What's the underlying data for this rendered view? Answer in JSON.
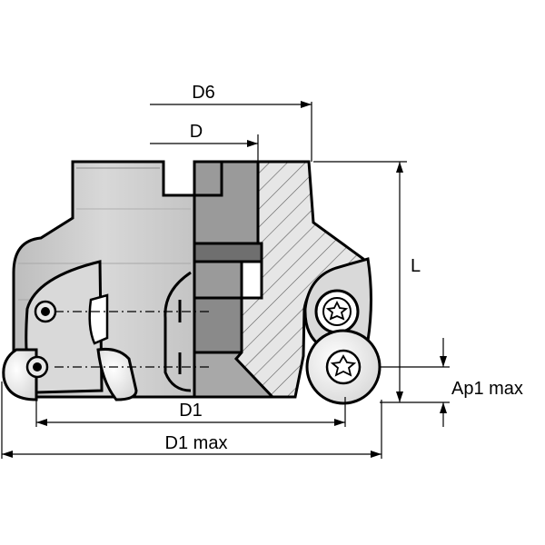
{
  "drawing": {
    "labels": {
      "d6": "D6",
      "d": "D",
      "l": "L",
      "ap1_max": "Ap1 max",
      "d1": "D1",
      "d1_max": "D1 max"
    },
    "colors": {
      "body_fill": "#cfcfcf",
      "body_dark": "#9a9a9a",
      "hatch": "#5a5a5a",
      "outline": "#000000",
      "insert_fill": "#ffffff",
      "background": "#ffffff"
    },
    "icons": [
      "torx-screw-icon",
      "torx-screw-icon",
      "clamp-screw-icon",
      "clamp-screw-icon"
    ]
  }
}
